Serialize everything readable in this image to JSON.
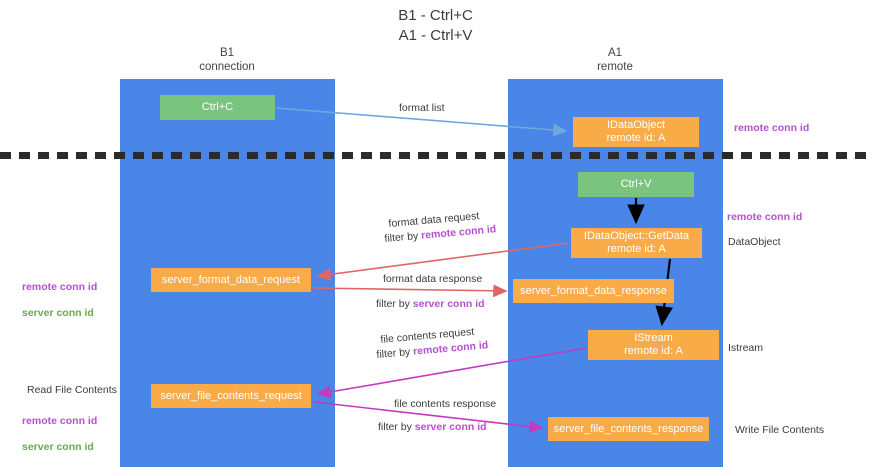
{
  "title": "B1 - Ctrl+C\nA1 - Ctrl+V",
  "columns": {
    "left": "B1\nconnection",
    "right": "A1\nremote"
  },
  "colors": {
    "lane": "#4a86e8",
    "green_box": "#7ac47f",
    "orange_box": "#f9ab48",
    "purple_text": "#b650d0",
    "green_text": "#6aa84f",
    "blue_arrow": "#6fa8dc",
    "red_arrow": "#e06666",
    "magenta_arrow": "#c23bbf",
    "black_arrow": "#000000",
    "separator": "#2b2b2b"
  },
  "boxes": {
    "ctrl_c": "Ctrl+C",
    "idataobject": "IDataObject\nremote id: A",
    "ctrl_v": "Ctrl+V",
    "getdata": "IDataObject::GetData\nremote id: A",
    "server_format_data_request": "server_format_data_request",
    "server_format_data_response": "server_format_data_response",
    "istream": "IStream\nremote id: A",
    "server_file_contents_request": "server_file_contents_request",
    "server_file_contents_response": "server_file_contents_response"
  },
  "arrow_labels": {
    "format_list": "format list",
    "format_data_request": "format data request",
    "format_data_request_filter_prefix": "filter by ",
    "format_data_request_filter_key": "remote conn id",
    "format_data_response": "format data response",
    "format_data_response_filter_prefix": "filter by ",
    "format_data_response_filter_key": "server conn id",
    "file_contents_request": "file contents request",
    "file_contents_request_filter_prefix": "filter by ",
    "file_contents_request_filter_key": "remote conn id",
    "file_contents_response": "file contents response",
    "file_contents_response_filter_prefix": "filter by ",
    "file_contents_response_filter_key": "server conn id"
  },
  "annotations": {
    "remote_conn_id_top": "remote conn id",
    "remote_conn_id_mid": "remote conn id",
    "dataobject": "DataObject",
    "istream": "Istream",
    "write_file_contents": "Write File Contents",
    "read_file_contents": "Read File Contents",
    "left_remote_conn_id": "remote conn id",
    "left_server_conn_id": "server conn id",
    "left_remote_conn_id_2": "remote conn id",
    "left_server_conn_id_2": "server conn id"
  }
}
